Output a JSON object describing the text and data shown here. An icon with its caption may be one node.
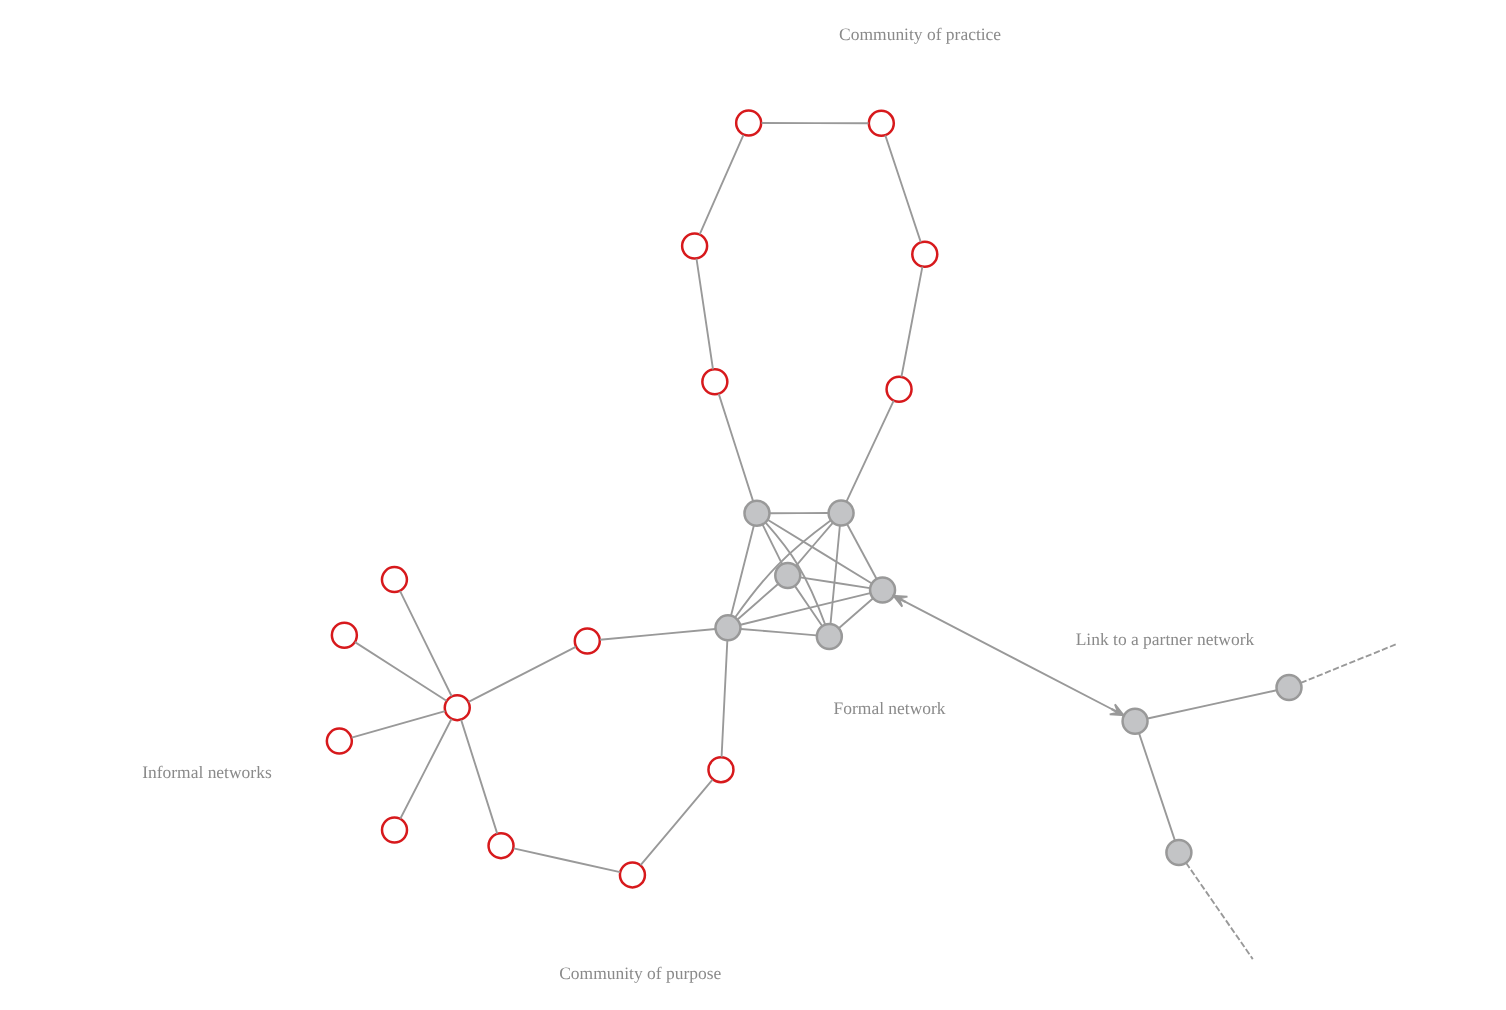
{
  "diagram": {
    "nodes": [
      {
        "text": [],
        "shape": "circle"
      },
      {
        "text": [],
        "shape": "circle"
      },
      {
        "text": [],
        "shape": "circle"
      },
      {
        "text": [],
        "shape": "circle"
      },
      {
        "text": [],
        "shape": "circle"
      },
      {
        "text": [],
        "shape": "circle"
      },
      {
        "text": [],
        "shape": "circle"
      },
      {
        "text": [],
        "shape": "circle"
      },
      {
        "text": [],
        "shape": "circle"
      },
      {
        "text": [],
        "shape": "circle"
      },
      {
        "text": [],
        "shape": "circle"
      },
      {
        "text": [],
        "shape": "circle"
      },
      {
        "text": [],
        "shape": "circle"
      },
      {
        "text": [],
        "shape": "circle"
      },
      {
        "text": [],
        "shape": "circle"
      },
      {
        "text": [],
        "shape": "circle"
      },
      {
        "text": [],
        "shape": "circle"
      },
      {
        "text": [],
        "shape": "circle"
      },
      {
        "text": [],
        "shape": "circle"
      },
      {
        "text": [],
        "shape": "circle"
      },
      {
        "text": [],
        "shape": "circle"
      },
      {
        "text": [],
        "shape": "circle"
      },
      {
        "text": [],
        "shape": "circle"
      },
      {
        "text": [],
        "shape": "circle"
      }
    ],
    "edges": [
      {
        "from": 0,
        "to": 1,
        "arrow": "none"
      },
      {
        "from": 1,
        "to": 3,
        "arrow": "none"
      },
      {
        "from": 3,
        "to": 5,
        "arrow": "none"
      },
      {
        "from": 5,
        "to": 7,
        "arrow": "none"
      },
      {
        "from": 7,
        "to": 6,
        "arrow": "none"
      },
      {
        "from": 6,
        "to": 4,
        "arrow": "none"
      },
      {
        "from": 4,
        "to": 2,
        "arrow": "none"
      },
      {
        "from": 2,
        "to": 0,
        "arrow": "none"
      },
      {
        "from": 8,
        "to": 9,
        "arrow": "none"
      },
      {
        "from": 9,
        "to": 12,
        "arrow": "none"
      },
      {
        "from": 12,
        "to": 14,
        "arrow": "none"
      },
      {
        "from": 14,
        "to": 13,
        "arrow": "none"
      },
      {
        "from": 13,
        "to": 11,
        "arrow": "none"
      },
      {
        "from": 11,
        "to": 8,
        "arrow": "none"
      },
      {
        "from": 13,
        "to": 15,
        "arrow": "none"
      },
      {
        "from": 13,
        "to": 17,
        "arrow": "none"
      },
      {
        "from": 13,
        "to": 21,
        "arrow": "none"
      },
      {
        "from": 13,
        "to": 20,
        "arrow": "none"
      },
      {
        "from": 12,
        "to": 6,
        "arrow": "none"
      },
      {
        "from": 12,
        "to": 7,
        "arrow": "none"
      },
      {
        "from": 12,
        "to": 10,
        "arrow": "none"
      },
      {
        "from": 12,
        "to": 19,
        "arrow": "none"
      },
      {
        "from": 12,
        "to": 18,
        "arrow": "none"
      },
      {
        "from": 6,
        "to": 10,
        "arrow": "none"
      },
      {
        "from": 6,
        "to": 19,
        "arrow": "none"
      },
      {
        "from": 6,
        "to": 18,
        "arrow": "none"
      },
      {
        "from": 7,
        "to": 10,
        "arrow": "none"
      },
      {
        "from": 7,
        "to": 19,
        "arrow": "none"
      },
      {
        "from": 7,
        "to": 18,
        "arrow": "none"
      },
      {
        "from": 10,
        "to": 19,
        "arrow": "none"
      },
      {
        "from": 10,
        "to": 18,
        "arrow": "none"
      },
      {
        "from": 19,
        "to": 18,
        "arrow": "none"
      },
      {
        "from": 18,
        "to": 22,
        "arrow": "both"
      },
      {
        "from": 22,
        "to": 16,
        "arrow": "none"
      },
      {
        "from": 22,
        "to": 23,
        "arrow": "none"
      },
      {
        "from": 16,
        "to": null,
        "arrow": "none",
        "style": "dashed"
      },
      {
        "from": 23,
        "to": null,
        "arrow": "none",
        "style": "dashed"
      }
    ],
    "labels": [
      "Community of practice",
      "Community of purpose",
      "Informal networks",
      "Formal network",
      "Link to a partner network"
    ]
  }
}
